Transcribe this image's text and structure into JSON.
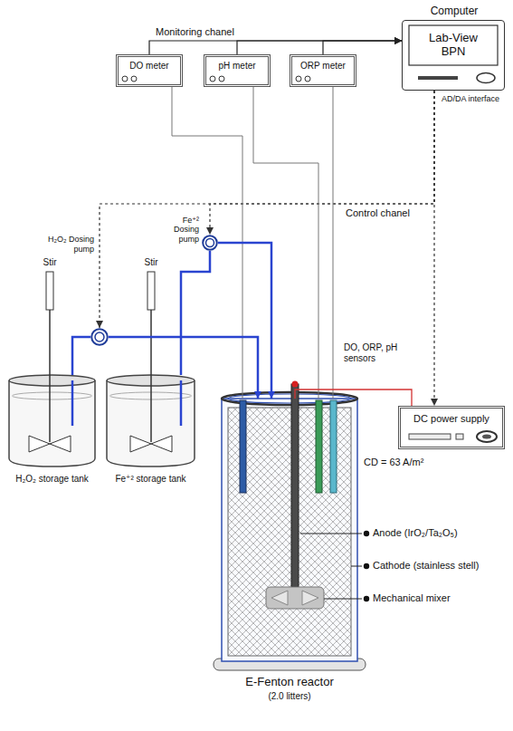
{
  "diagram": {
    "nodes": [
      {
        "text": [
          "Computer",
          "Lab-View BPN"
        ]
      },
      {
        "text": [
          "DO meter"
        ]
      },
      {
        "text": [
          "pH meter"
        ]
      },
      {
        "text": [
          "ORP meter"
        ]
      },
      {
        "text": [
          "H₂O₂ Dosing pump"
        ]
      },
      {
        "text": [
          "Fe⁺² Dosing pump"
        ]
      },
      {
        "text": [
          "H₂O₂ storage tank"
        ]
      },
      {
        "text": [
          "Fe⁺² storage tank"
        ]
      },
      {
        "text": [
          "DC power supply"
        ]
      },
      {
        "text": [
          "E-Fenton reactor",
          "(2.0 litters)"
        ]
      }
    ],
    "edges": [
      {
        "from": 1,
        "to": 0,
        "arrow": "to"
      },
      {
        "from": 2,
        "to": 0,
        "arrow": "to"
      },
      {
        "from": 3,
        "to": 0,
        "arrow": "to"
      },
      {
        "from": 0,
        "to": 4,
        "arrow": "to"
      },
      {
        "from": 0,
        "to": 5,
        "arrow": "to"
      },
      {
        "from": 0,
        "to": 8,
        "arrow": "to"
      },
      {
        "from": 1,
        "to": 9,
        "arrow": "none"
      },
      {
        "from": 2,
        "to": 9,
        "arrow": "none"
      },
      {
        "from": 3,
        "to": 9,
        "arrow": "none"
      },
      {
        "from": 6,
        "to": 4,
        "arrow": "none"
      },
      {
        "from": 4,
        "to": 9,
        "arrow": "to"
      },
      {
        "from": 7,
        "to": 5,
        "arrow": "none"
      },
      {
        "from": 5,
        "to": 9,
        "arrow": "to"
      },
      {
        "from": 8,
        "to": 9,
        "arrow": "none"
      }
    ],
    "labels": [
      "Monitoring chanel",
      "AD/DA interface",
      "Control chanel",
      "Stir",
      "Stir",
      "DO, ORP, pH sensors",
      "CD = 63 A/m²",
      "Anode (IrO₂/Ta₂O₅)",
      "Cathode (stainless stell)",
      "Mechanical mixer"
    ]
  }
}
